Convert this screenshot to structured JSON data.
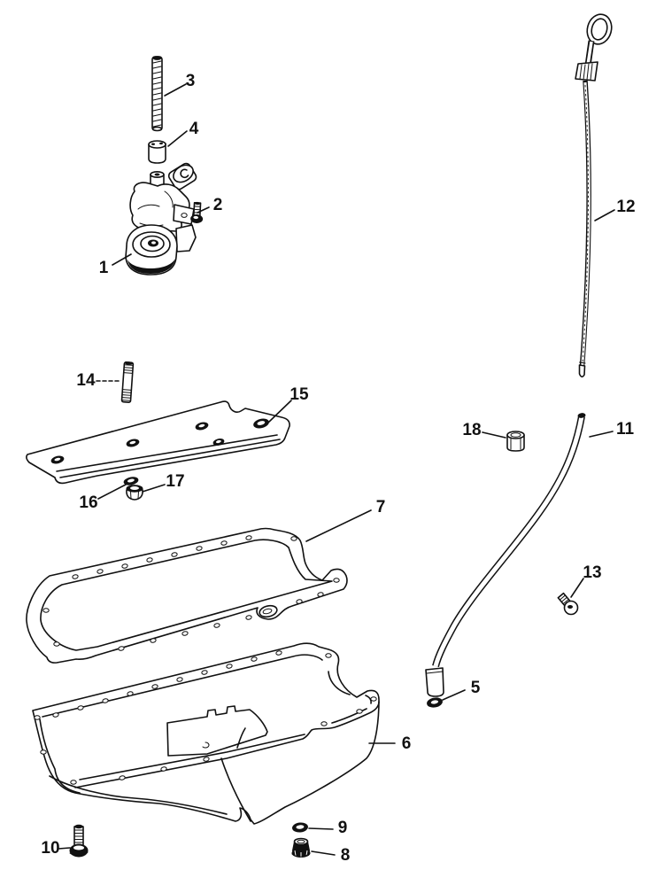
{
  "diagram": {
    "description": "Exploded parts diagram: oil pump, oil pan, gaskets and dipstick components",
    "background": "#ffffff",
    "line_color": "#111111",
    "callouts": [
      {
        "label": "1"
      },
      {
        "label": "2"
      },
      {
        "label": "3"
      },
      {
        "label": "4"
      },
      {
        "label": "5"
      },
      {
        "label": "6"
      },
      {
        "label": "7"
      },
      {
        "label": "8"
      },
      {
        "label": "9"
      },
      {
        "label": "10"
      },
      {
        "label": "11"
      },
      {
        "label": "12"
      },
      {
        "label": "13"
      },
      {
        "label": "14"
      },
      {
        "label": "15"
      },
      {
        "label": "16"
      },
      {
        "label": "17"
      },
      {
        "label": "18"
      }
    ]
  }
}
